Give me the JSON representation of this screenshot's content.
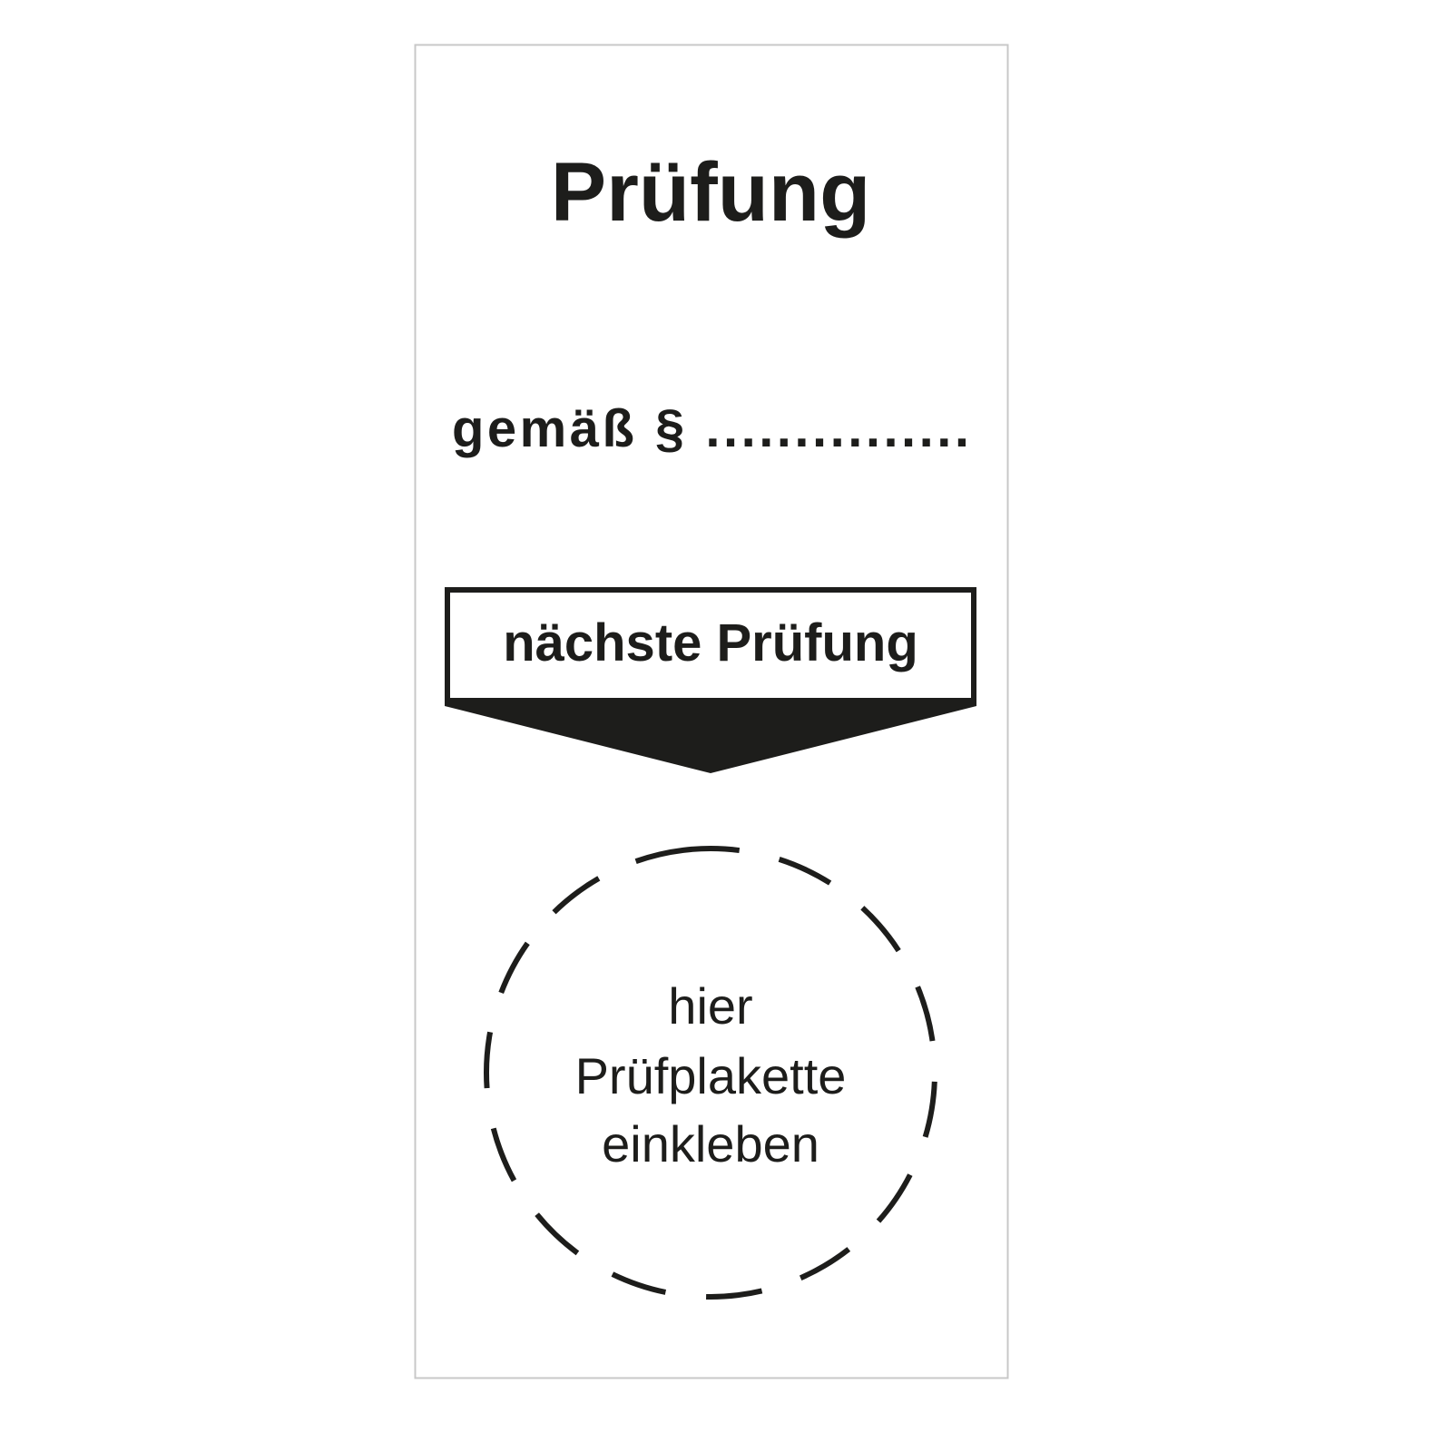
{
  "label": {
    "title": "Prüfung",
    "regulation_line": "gemäß § ...............",
    "next_inspection_label": "nächste Prüfung",
    "sticker_hint": {
      "line1": "hier",
      "line2": "Prüfplakette",
      "line3": "einkleben"
    }
  },
  "colors": {
    "ink": "#1d1d1b",
    "border": "#c8c8c8",
    "background": "#ffffff"
  }
}
